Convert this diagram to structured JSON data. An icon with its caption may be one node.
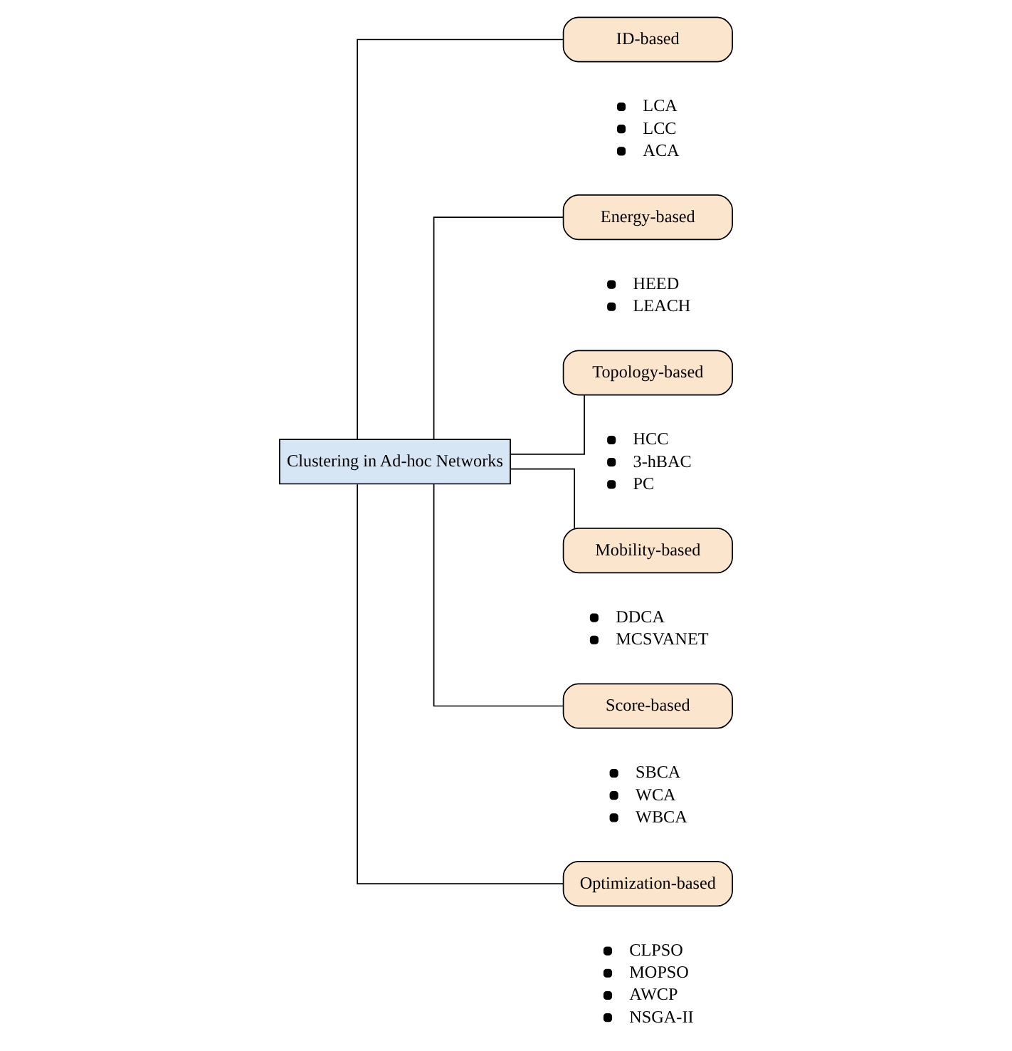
{
  "diagram": {
    "nodes": [
      {
        "text": [
          "Clustering in Ad-hoc Networks"
        ]
      },
      {
        "text": [
          "ID-based"
        ],
        "beside": [
          "LCA",
          "LCC",
          "ACA"
        ]
      },
      {
        "text": [
          "Energy-based"
        ],
        "beside": [
          "HEED",
          "LEACH"
        ]
      },
      {
        "text": [
          "Topology-based"
        ],
        "beside": [
          "HCC",
          "3-hBAC",
          "PC"
        ]
      },
      {
        "text": [
          "Mobility-based"
        ],
        "beside": [
          "DDCA",
          "MCSVANET"
        ]
      },
      {
        "text": [
          "Score-based"
        ],
        "beside": [
          "SBCA",
          "WCA",
          "WBCA"
        ]
      },
      {
        "text": [
          "Optimization-based"
        ],
        "beside": [
          "CLPSO",
          "MOPSO",
          "AWCP",
          "NSGA-II"
        ]
      }
    ],
    "edges": [
      {
        "from": 0,
        "to": 1,
        "arrow": "none"
      },
      {
        "from": 0,
        "to": 2,
        "arrow": "none"
      },
      {
        "from": 0,
        "to": 3,
        "arrow": "none"
      },
      {
        "from": 0,
        "to": 4,
        "arrow": "none"
      },
      {
        "from": 0,
        "to": 5,
        "arrow": "none"
      },
      {
        "from": 0,
        "to": 6,
        "arrow": "none"
      }
    ]
  }
}
